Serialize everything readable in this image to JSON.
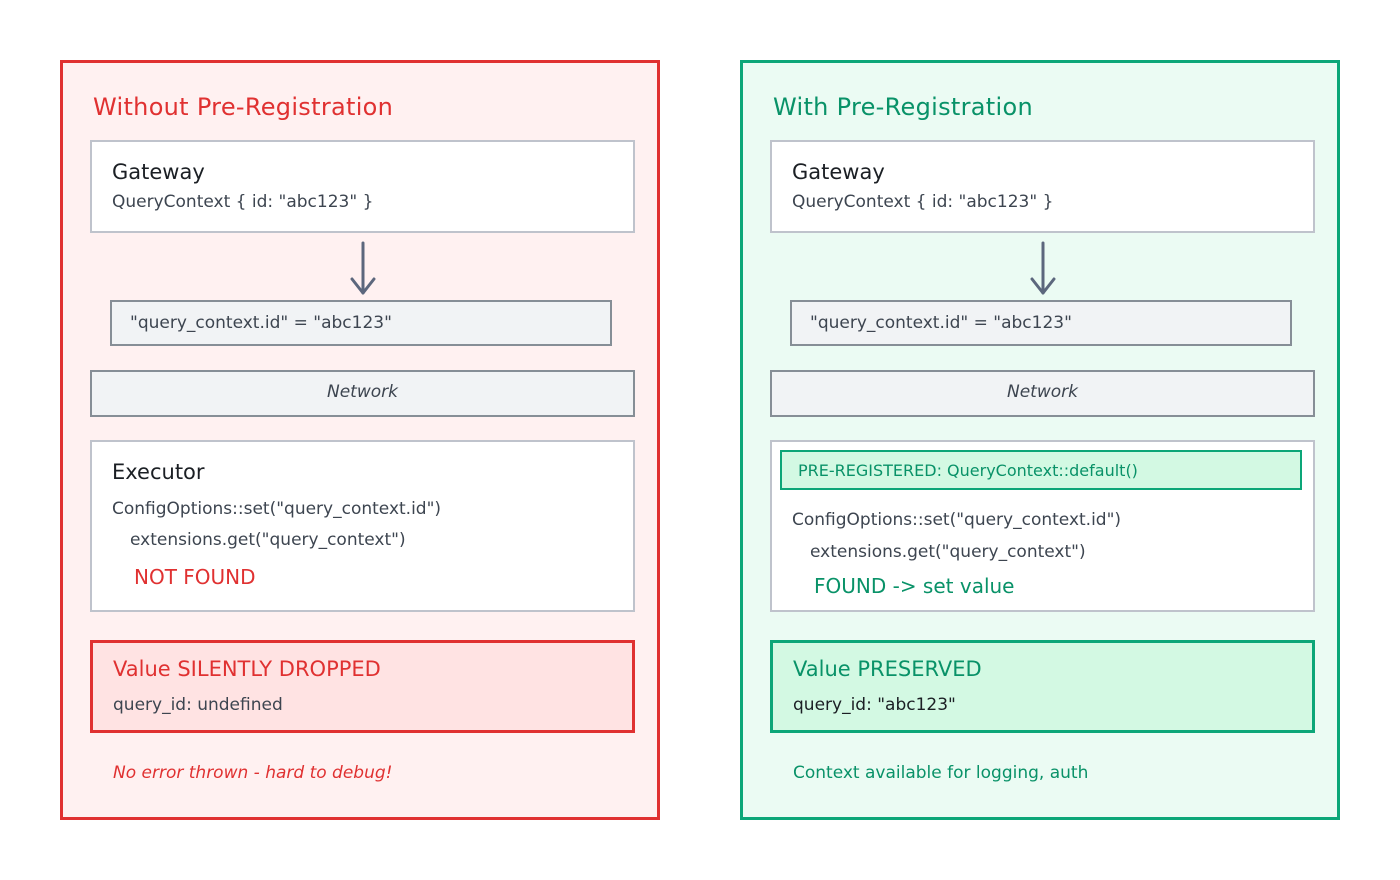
{
  "left": {
    "title": "Without Pre-Registration",
    "gateway": {
      "title": "Gateway",
      "code": "QueryContext { id: \"abc123\" }"
    },
    "serialized": "\"query_context.id\" = \"abc123\"",
    "network": "Network",
    "executor": {
      "title": "Executor",
      "line1": "ConfigOptions::set(\"query_context.id\")",
      "line2": "extensions.get(\"query_context\")",
      "status": "NOT FOUND"
    },
    "result": {
      "title": "Value SILENTLY DROPPED",
      "code": "query_id: undefined"
    },
    "note": "No error thrown - hard to debug!"
  },
  "right": {
    "title": "With Pre-Registration",
    "gateway": {
      "title": "Gateway",
      "code": "QueryContext { id: \"abc123\" }"
    },
    "serialized": "\"query_context.id\" = \"abc123\"",
    "network": "Network",
    "executor": {
      "prereg": "PRE-REGISTERED: QueryContext::default()",
      "line1": "ConfigOptions::set(\"query_context.id\")",
      "line2": "extensions.get(\"query_context\")",
      "status": "FOUND -> set value"
    },
    "result": {
      "title": "Value PRESERVED",
      "code": "query_id: \"abc123\""
    },
    "note": "Context available for logging, auth"
  },
  "colors": {
    "red": "#e03131",
    "red_fill": "#fff1f1",
    "green": "#0ca678",
    "green_fill": "#ebfbf3",
    "arrow": "#5c677d"
  }
}
